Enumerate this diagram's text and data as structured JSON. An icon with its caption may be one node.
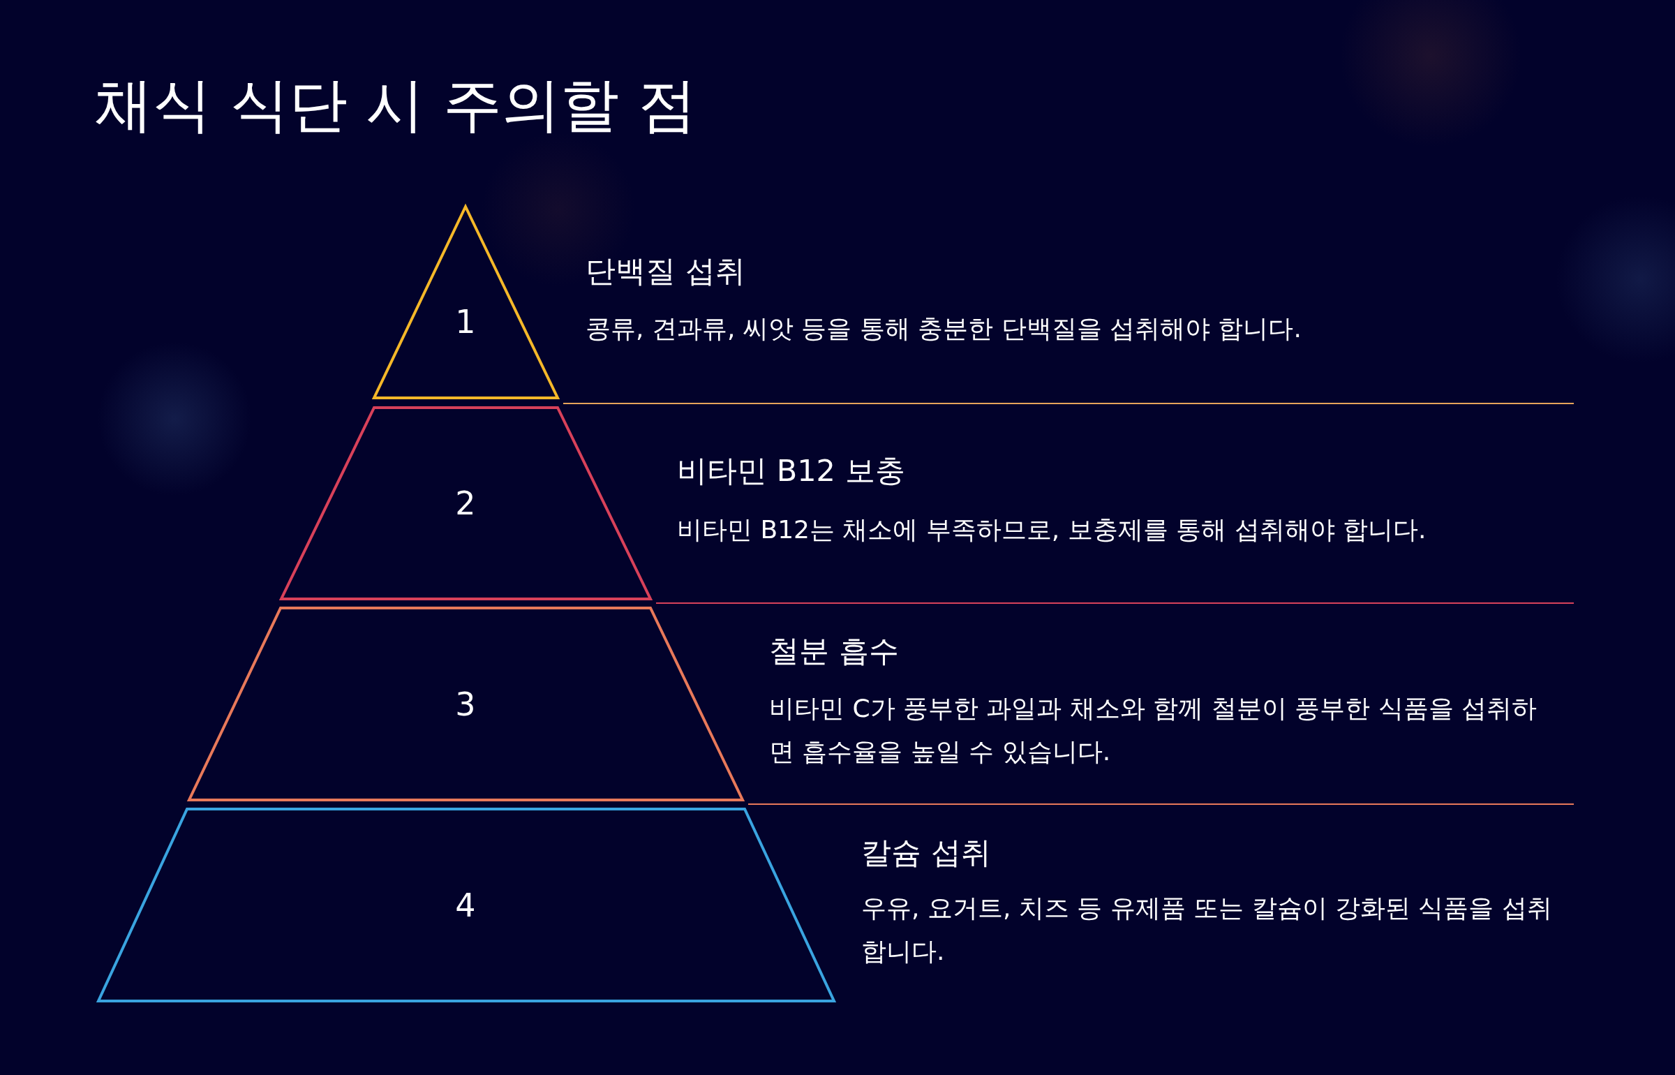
{
  "diagram": {
    "title": "채식 식단 시 주의할 점",
    "nodes": [
      {
        "text": [
          "1"
        ],
        "beside": [
          "단백질 섭취",
          "콩류, 견과류, 씨앗 등을 통해 충분한 단백질을 섭취해야 합니다."
        ]
      },
      {
        "text": [
          "2"
        ],
        "beside": [
          "비타민 B12 보충",
          "비타민 B12는 채소에 부족하므로, 보충제를 통해 섭취해야 합니다."
        ]
      },
      {
        "text": [
          "3"
        ],
        "beside": [
          "철분 흡수",
          "비타민 C가 풍부한 과일과 채소와 함께 철분이 풍부한 식품을 섭취하면 흡수율을 높일 수 있습니다."
        ]
      },
      {
        "text": [
          "4"
        ],
        "beside": [
          "칼슘 섭취",
          "우유, 요거트, 치즈 등 유제품 또는 칼슘이 강화된 식품을 섭취합니다."
        ]
      }
    ]
  }
}
